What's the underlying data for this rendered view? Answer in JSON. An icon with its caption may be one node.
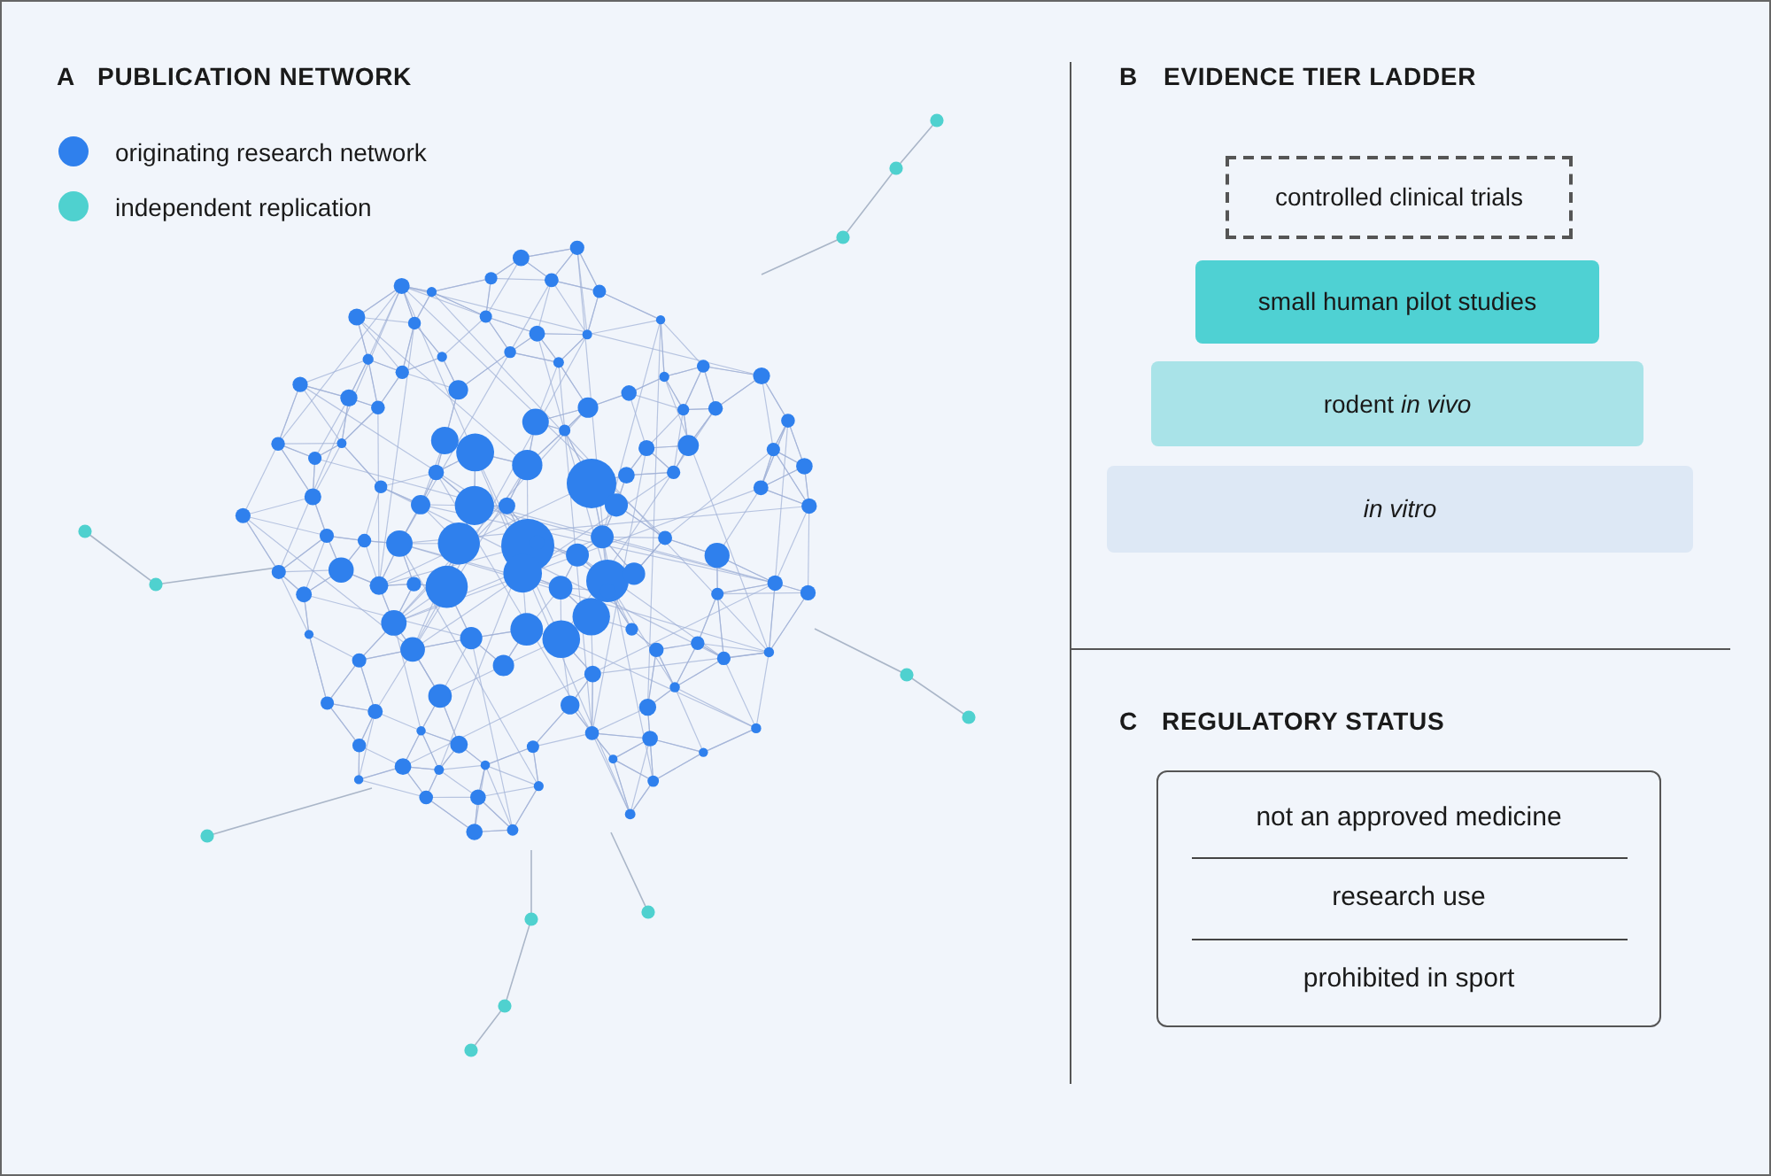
{
  "diagram": {
    "nodes": [
      {
        "text": [
          "controlled clinical trials"
        ]
      },
      {
        "text": [
          "small human pilot studies"
        ]
      },
      {
        "text": [
          "rodent *in vivo*"
        ]
      },
      {
        "text": [
          "in vitro"
        ]
      },
      {
        "text": [
          "not an approved medicine",
          "research use",
          "prohibited in sport"
        ]
      }
    ],
    "labels": [
      "A",
      "PUBLICATION NETWORK",
      "B",
      "EVIDENCE TIER LADDER",
      "C",
      "REGULATORY STATUS"
    ],
    "legend": [
      {
        "text": "originating research network",
        "color": "#2f80ed"
      },
      {
        "text": "independent replication",
        "color": "#4fd1cf"
      }
    ]
  }
}
